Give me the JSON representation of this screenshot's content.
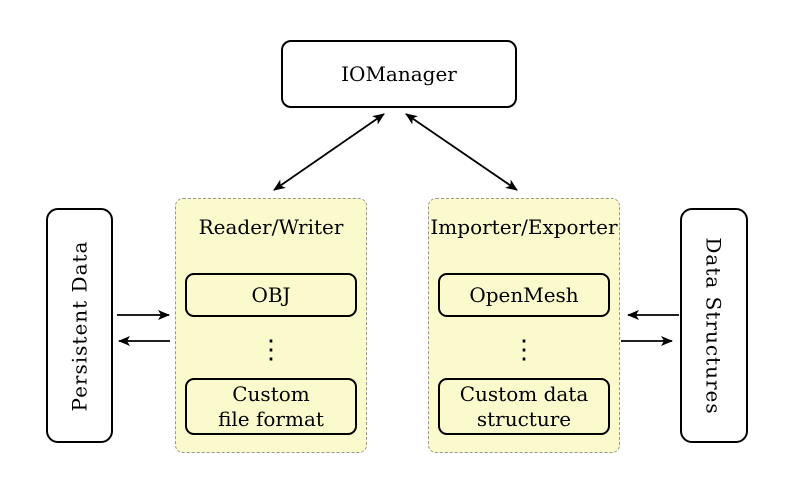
{
  "nodes": {
    "iomanager": "IOManager",
    "persistent_data": "Persistent Data",
    "data_structures": "Data Structures"
  },
  "groups": {
    "reader_writer": {
      "title": "Reader/Writer",
      "item1": "OBJ",
      "ellipsis": "⋮",
      "item2_line1": "Custom",
      "item2_line2": "file format"
    },
    "importer_exporter": {
      "title": "Importer/Exporter",
      "item1": "OpenMesh",
      "ellipsis": "⋮",
      "item2_line1": "Custom data",
      "item2_line2": "structure"
    }
  },
  "colors": {
    "group_fill": "#fbfacd",
    "group_border": "#969696",
    "node_fill": "#ffffff",
    "stroke": "#000000"
  }
}
